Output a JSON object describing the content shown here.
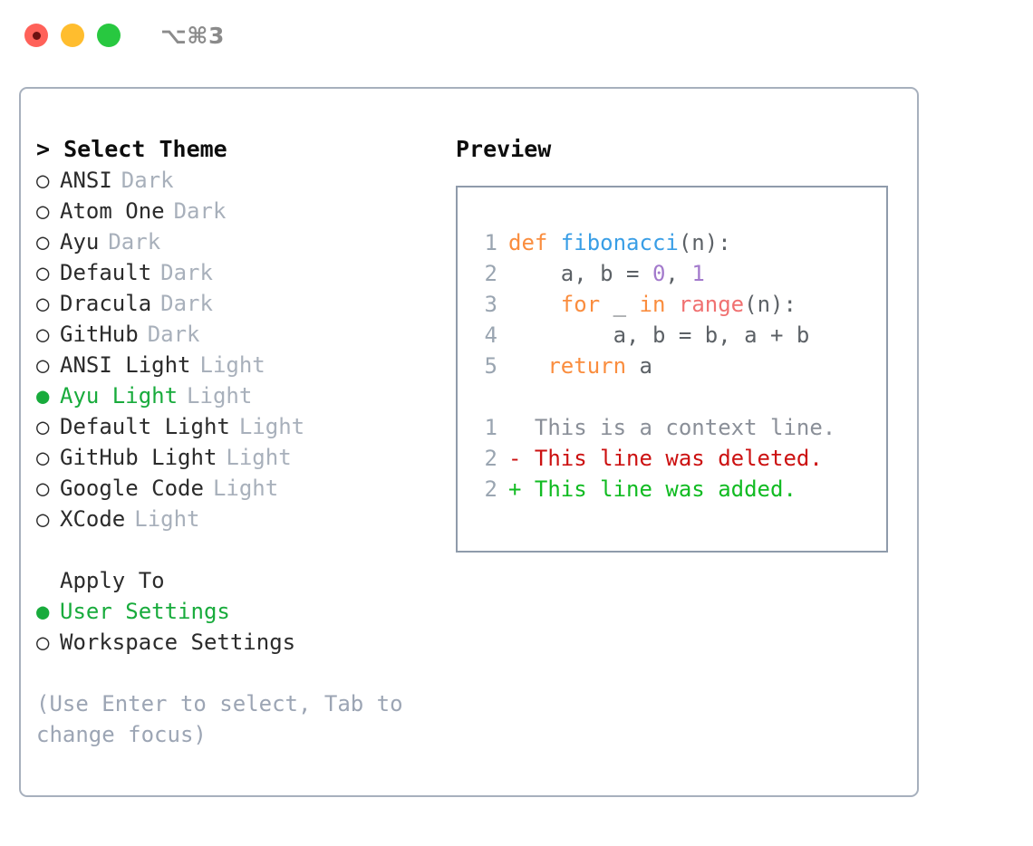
{
  "titlebar": {
    "lights": [
      {
        "name": "close",
        "color": "#ff6159",
        "recording": true
      },
      {
        "name": "minimize",
        "color": "#ffbd2e",
        "recording": false
      },
      {
        "name": "zoom",
        "color": "#28c840",
        "recording": false
      }
    ],
    "shortcut": "⌥⌘3"
  },
  "left": {
    "heading": "> Select Theme",
    "themes": [
      {
        "bullet": "○",
        "name": "ANSI",
        "badge": "Dark",
        "selected": false
      },
      {
        "bullet": "○",
        "name": "Atom One",
        "badge": "Dark",
        "selected": false
      },
      {
        "bullet": "○",
        "name": "Ayu",
        "badge": "Dark",
        "selected": false
      },
      {
        "bullet": "○",
        "name": "Default",
        "badge": "Dark",
        "selected": false
      },
      {
        "bullet": "○",
        "name": "Dracula",
        "badge": "Dark",
        "selected": false
      },
      {
        "bullet": "○",
        "name": "GitHub",
        "badge": "Dark",
        "selected": false
      },
      {
        "bullet": "○",
        "name": "ANSI Light",
        "badge": "Light",
        "selected": false
      },
      {
        "bullet": "●",
        "name": "Ayu Light",
        "badge": "Light",
        "selected": true
      },
      {
        "bullet": "○",
        "name": "Default Light",
        "badge": "Light",
        "selected": false
      },
      {
        "bullet": "○",
        "name": "GitHub Light",
        "badge": "Light",
        "selected": false
      },
      {
        "bullet": "○",
        "name": "Google Code",
        "badge": "Light",
        "selected": false
      },
      {
        "bullet": "○",
        "name": "XCode",
        "badge": "Light",
        "selected": false
      }
    ],
    "apply_to_label": "Apply To",
    "apply_to_options": [
      {
        "bullet": "●",
        "name": "User Settings",
        "selected": true
      },
      {
        "bullet": "○",
        "name": "Workspace Settings",
        "selected": false
      }
    ],
    "hint": "(Use Enter to select, Tab to change focus)"
  },
  "preview": {
    "title": "Preview",
    "code_lines": [
      {
        "number": "1",
        "tokens": [
          {
            "text": "def ",
            "type": "kw"
          },
          {
            "text": "fibonacci",
            "type": "fn"
          },
          {
            "text": "(n):",
            "type": "plain"
          }
        ]
      },
      {
        "number": "2",
        "tokens": [
          {
            "text": "    a, b = ",
            "type": "plain"
          },
          {
            "text": "0",
            "type": "num"
          },
          {
            "text": ", ",
            "type": "plain"
          },
          {
            "text": "1",
            "type": "num"
          }
        ]
      },
      {
        "number": "3",
        "tokens": [
          {
            "text": "    ",
            "type": "plain"
          },
          {
            "text": "for",
            "type": "kw"
          },
          {
            "text": " _ ",
            "type": "plain"
          },
          {
            "text": "in",
            "type": "kw"
          },
          {
            "text": " ",
            "type": "plain"
          },
          {
            "text": "range",
            "type": "call"
          },
          {
            "text": "(n):",
            "type": "plain"
          }
        ]
      },
      {
        "number": "4",
        "tokens": [
          {
            "text": "        a, b = b, a + b",
            "type": "plain"
          }
        ]
      },
      {
        "number": "5",
        "tokens": [
          {
            "text": "   ",
            "type": "plain"
          },
          {
            "text": "return",
            "type": "kw"
          },
          {
            "text": " a",
            "type": "plain"
          }
        ]
      }
    ],
    "diff_lines": [
      {
        "number": "1",
        "marker": " ",
        "text": " This is a context line.",
        "type": "ctx"
      },
      {
        "number": "2",
        "marker": "-",
        "text": " This line was deleted.",
        "type": "del"
      },
      {
        "number": "2",
        "marker": "+",
        "text": " This line was added.",
        "type": "add"
      }
    ]
  },
  "colors": {
    "accent_green": "#18ab3c",
    "muted": "#a8b0bb",
    "hint": "#9ca5b4",
    "border": "#a7b0bd",
    "preview_border": "#8f9bab",
    "kw": "#fa8d3e",
    "fn": "#399ee6",
    "num": "#a37acc",
    "call": "#f07171",
    "diff_del": "#cc1111",
    "diff_add": "#11bb22"
  }
}
